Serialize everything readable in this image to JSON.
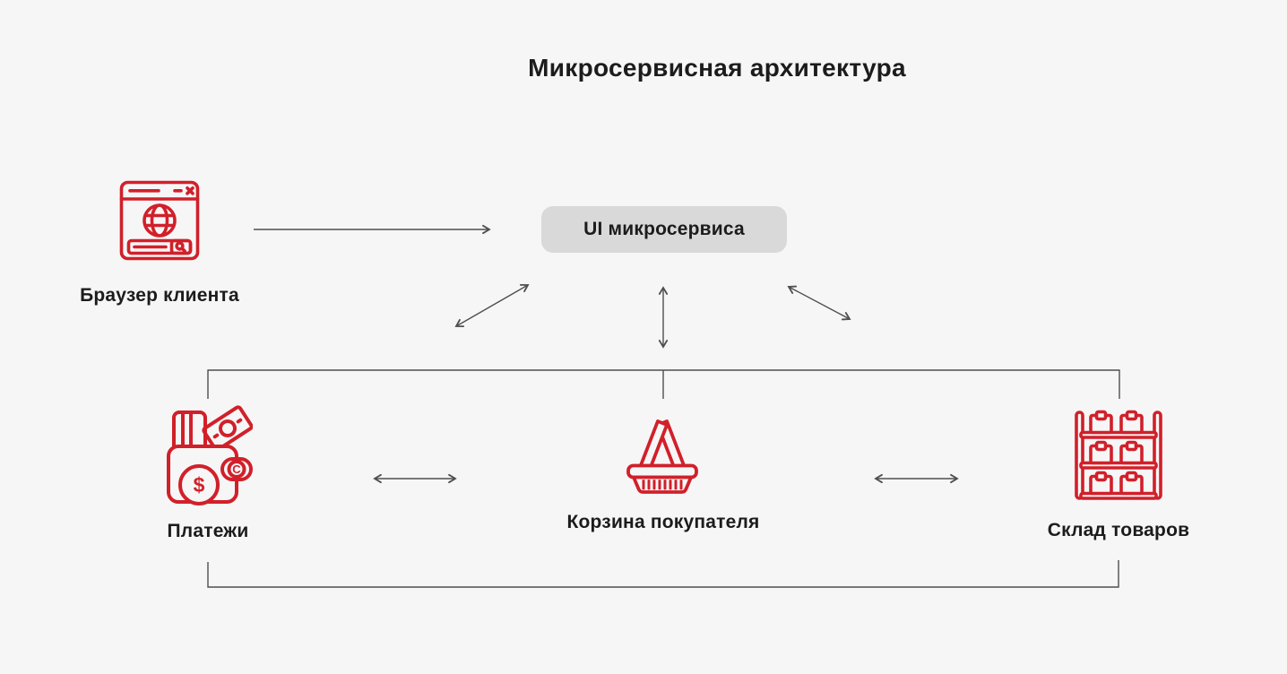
{
  "title": "Микросервисная архитектура",
  "nodes": {
    "browser": {
      "label": "Браузер клиента"
    },
    "ui_service": {
      "label": "UI микросервиса"
    },
    "payments": {
      "label": "Платежи"
    },
    "cart": {
      "label": "Корзина покупателя"
    },
    "warehouse": {
      "label": "Склад товаров"
    }
  },
  "icons": {
    "browser": "browser-window-icon",
    "payments": "wallet-icon",
    "cart": "shopping-basket-icon",
    "warehouse": "warehouse-shelves-icon"
  },
  "connections": [
    {
      "from": "browser",
      "to": "ui_service",
      "type": "one-way-arrow"
    },
    {
      "from": "ui_service",
      "to": "payments",
      "type": "two-way-arrow"
    },
    {
      "from": "ui_service",
      "to": "cart",
      "type": "two-way-arrow"
    },
    {
      "from": "ui_service",
      "to": "warehouse",
      "type": "two-way-arrow"
    },
    {
      "from": "payments",
      "to": "cart",
      "type": "two-way-arrow"
    },
    {
      "from": "cart",
      "to": "warehouse",
      "type": "two-way-arrow"
    },
    {
      "from": "payments",
      "to": "warehouse",
      "type": "plain-line"
    }
  ],
  "colors": {
    "background": "#f6f6f6",
    "icon_red": "#d1202a",
    "ui_box_bg": "#d9d9d9",
    "text": "#1c1c1c",
    "line": "#4f4f4f"
  }
}
